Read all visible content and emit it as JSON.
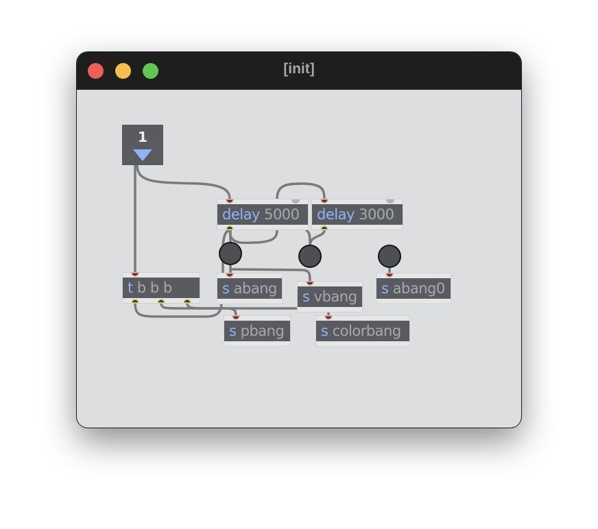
{
  "window": {
    "title": "[init]",
    "traffic_lights": {
      "close": "#ee5f57",
      "minimize": "#f5be4f",
      "zoom": "#62c554"
    }
  },
  "patcher": {
    "message": {
      "value": "1"
    },
    "objects": {
      "delay1": {
        "keyword": "delay",
        "arg": "5000"
      },
      "delay2": {
        "keyword": "delay",
        "arg": "3000"
      },
      "trigger": {
        "keyword": "t",
        "arg": "b b b"
      },
      "s_abang": {
        "keyword": "s",
        "arg": "abang"
      },
      "s_vbang": {
        "keyword": "s",
        "arg": "vbang"
      },
      "s_abang0": {
        "keyword": "s",
        "arg": "abang0"
      },
      "s_pbang": {
        "keyword": "s",
        "arg": "pbang"
      },
      "s_colorbang": {
        "keyword": "s",
        "arg": "colorbang"
      }
    },
    "colors": {
      "cord": "#7a7a7a",
      "object": "#595b61",
      "keyword": "#8fb4f5",
      "inlet": "#f29b8a",
      "outlet": "#d8d86a"
    }
  }
}
